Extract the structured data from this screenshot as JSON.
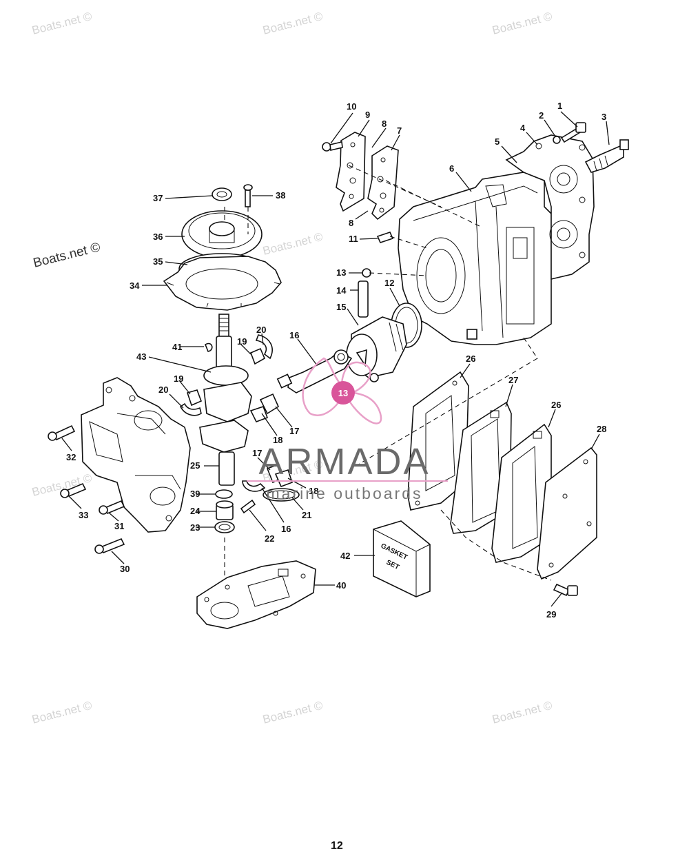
{
  "watermarks": {
    "site": "Boats.net ©"
  },
  "brand": {
    "name": "ARMADA",
    "tagline": "marine outboards",
    "badge_number": "13",
    "accent_color": "#e8a0c8",
    "badge_color": "#d9559a"
  },
  "box": {
    "line1": "GASKET",
    "line2": "SET"
  },
  "page_number": "12",
  "callouts": [
    "1",
    "2",
    "3",
    "4",
    "5",
    "6",
    "7",
    "8",
    "8",
    "9",
    "10",
    "11",
    "12",
    "13",
    "14",
    "15",
    "16",
    "16",
    "17",
    "17",
    "18",
    "18",
    "19",
    "19",
    "20",
    "20",
    "21",
    "22",
    "23",
    "24",
    "25",
    "26",
    "26",
    "27",
    "28",
    "29",
    "30",
    "31",
    "32",
    "33",
    "34",
    "35",
    "36",
    "37",
    "38",
    "39",
    "40",
    "41",
    "42",
    "43"
  ]
}
